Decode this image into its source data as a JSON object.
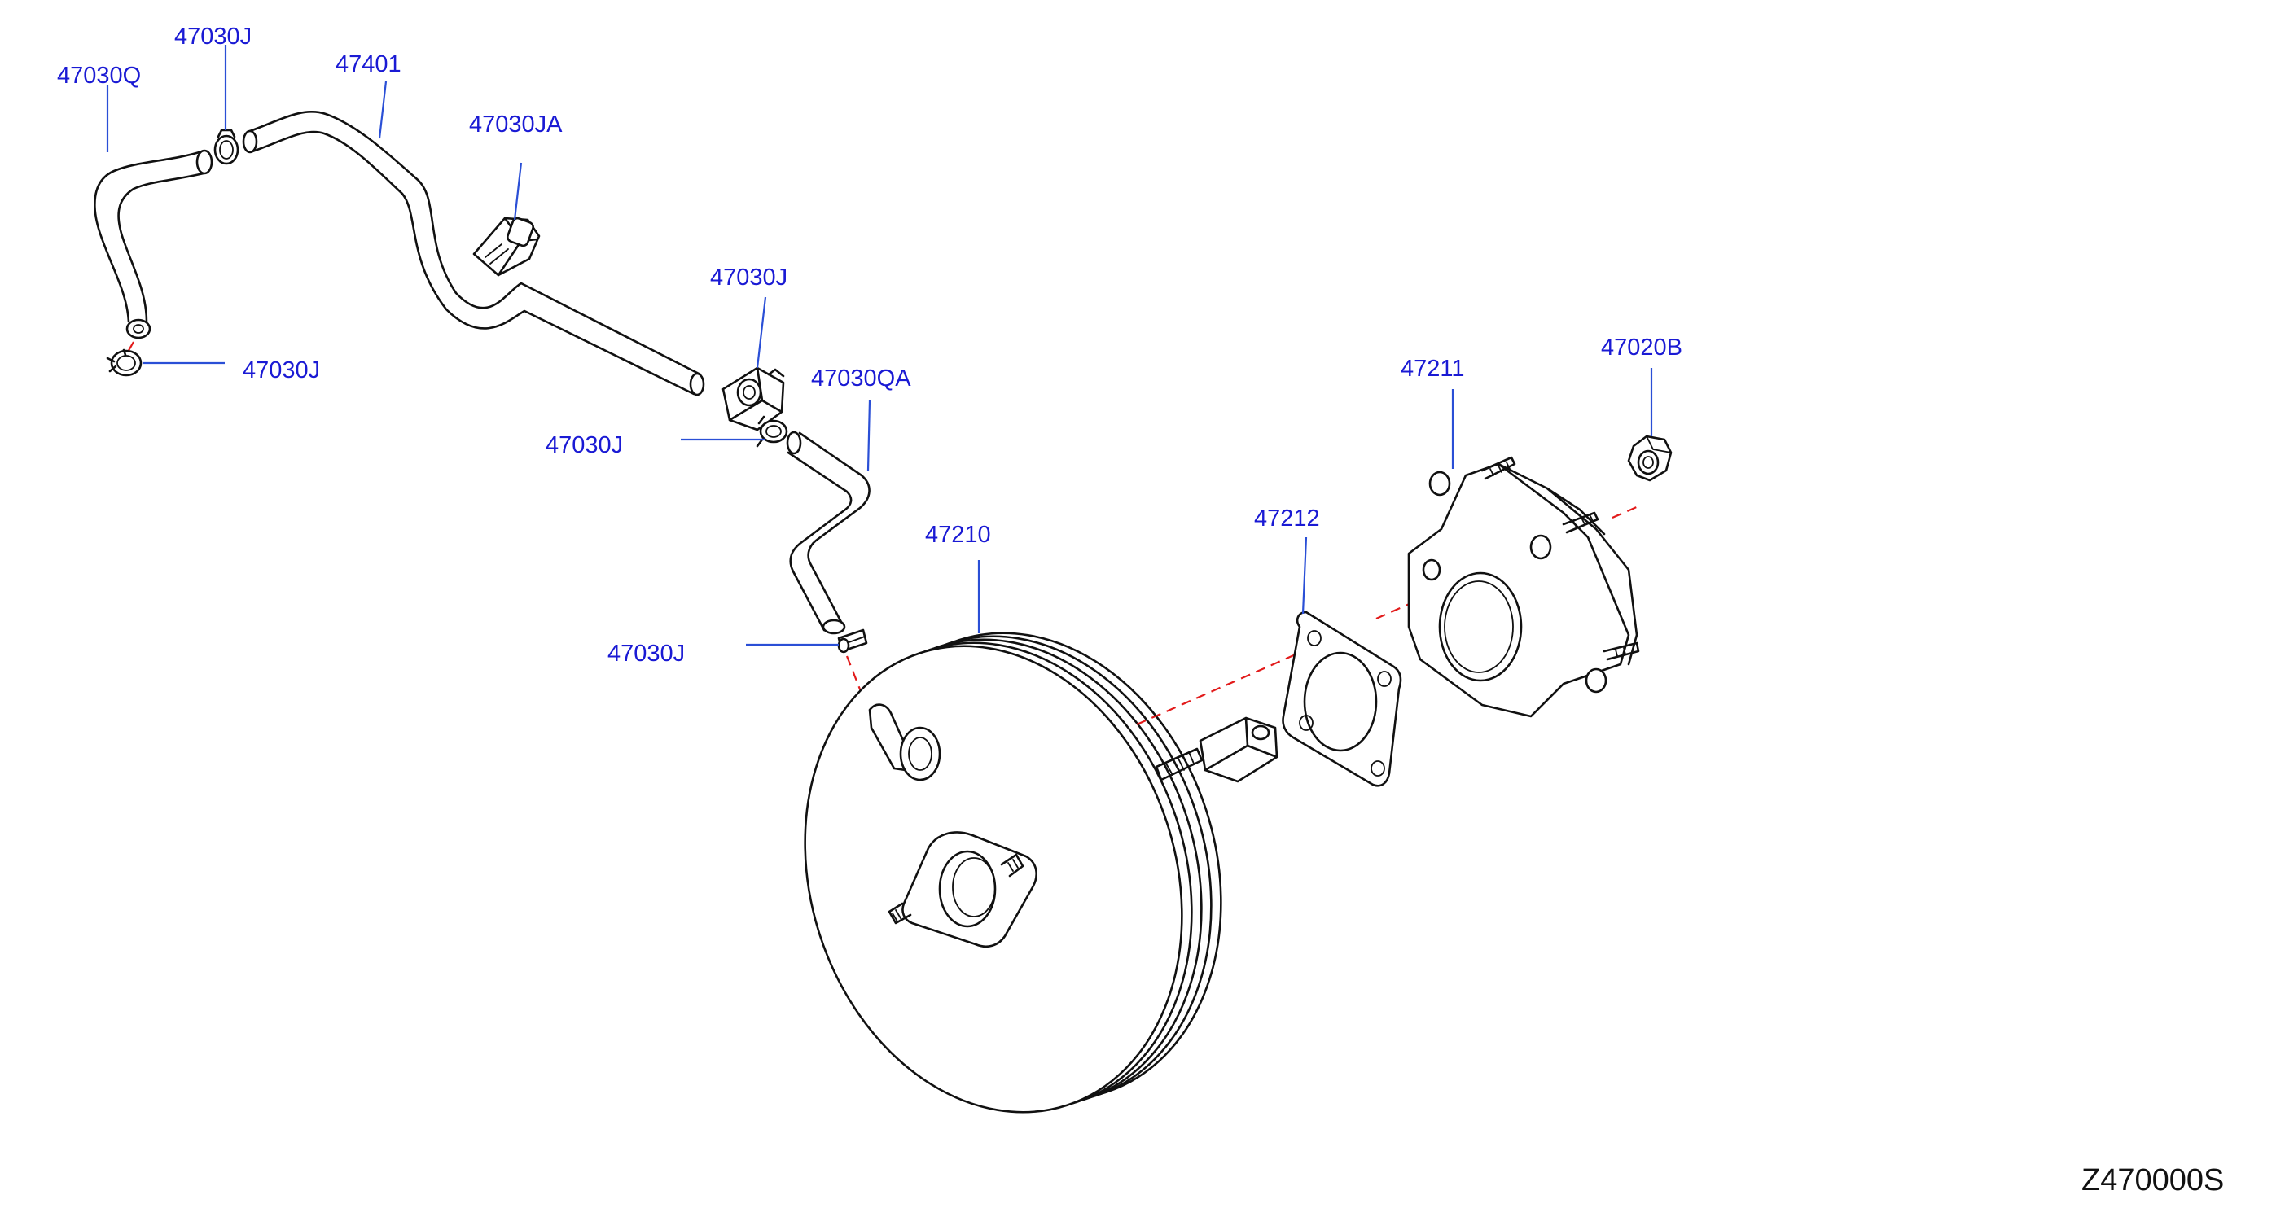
{
  "diagram": {
    "code": "Z470000S",
    "callouts": [
      {
        "id": "c1",
        "label": "47030J"
      },
      {
        "id": "c2",
        "label": "47030Q"
      },
      {
        "id": "c3",
        "label": "47401"
      },
      {
        "id": "c4",
        "label": "47030JA"
      },
      {
        "id": "c5",
        "label": "47030J"
      },
      {
        "id": "c6",
        "label": "47030J"
      },
      {
        "id": "c7",
        "label": "47030QA"
      },
      {
        "id": "c8",
        "label": "47030J"
      },
      {
        "id": "c9",
        "label": "47210"
      },
      {
        "id": "c10",
        "label": "47030J"
      },
      {
        "id": "c11",
        "label": "47212"
      },
      {
        "id": "c12",
        "label": "47211"
      },
      {
        "id": "c13",
        "label": "47020B"
      }
    ]
  }
}
